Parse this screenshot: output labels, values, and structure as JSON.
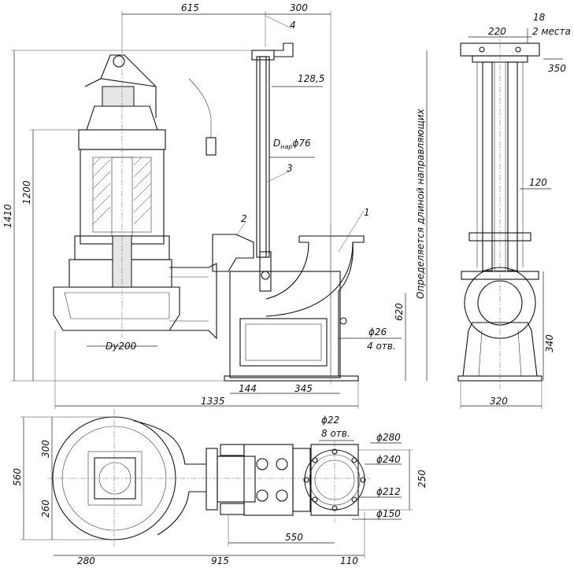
{
  "dimensions": {
    "d615": "615",
    "d300_top": "300",
    "d18": "18",
    "d220": "220",
    "d2mesta": "2 места",
    "d350": "350",
    "d128_5": "128,5",
    "dnar": "D",
    "dnar_sub": "нар",
    "dnar_phi": "ϕ76",
    "d1410": "1410",
    "d1200": "1200",
    "d120": "120",
    "note_guides": "Определяется длиной направляющих",
    "d620": "620",
    "d26": "ϕ26",
    "d4otv": "4 отв.",
    "d340": "340",
    "dy200": "Dy200",
    "d144": "144",
    "d345": "345",
    "d1335": "1335",
    "d320": "320",
    "d22": "ϕ22",
    "d8otv": "8 отв.",
    "d280_phi": "ϕ280",
    "d240_phi": "ϕ240",
    "d212_phi": "ϕ212",
    "d150_phi": "ϕ150",
    "d250": "250",
    "d300_left": "300",
    "d560": "560",
    "d260": "260",
    "d550": "550",
    "d280_bottom": "280",
    "d915": "915",
    "d110": "110"
  },
  "callouts": {
    "c1": "1",
    "c2": "2",
    "c3": "3",
    "c4": "4"
  }
}
